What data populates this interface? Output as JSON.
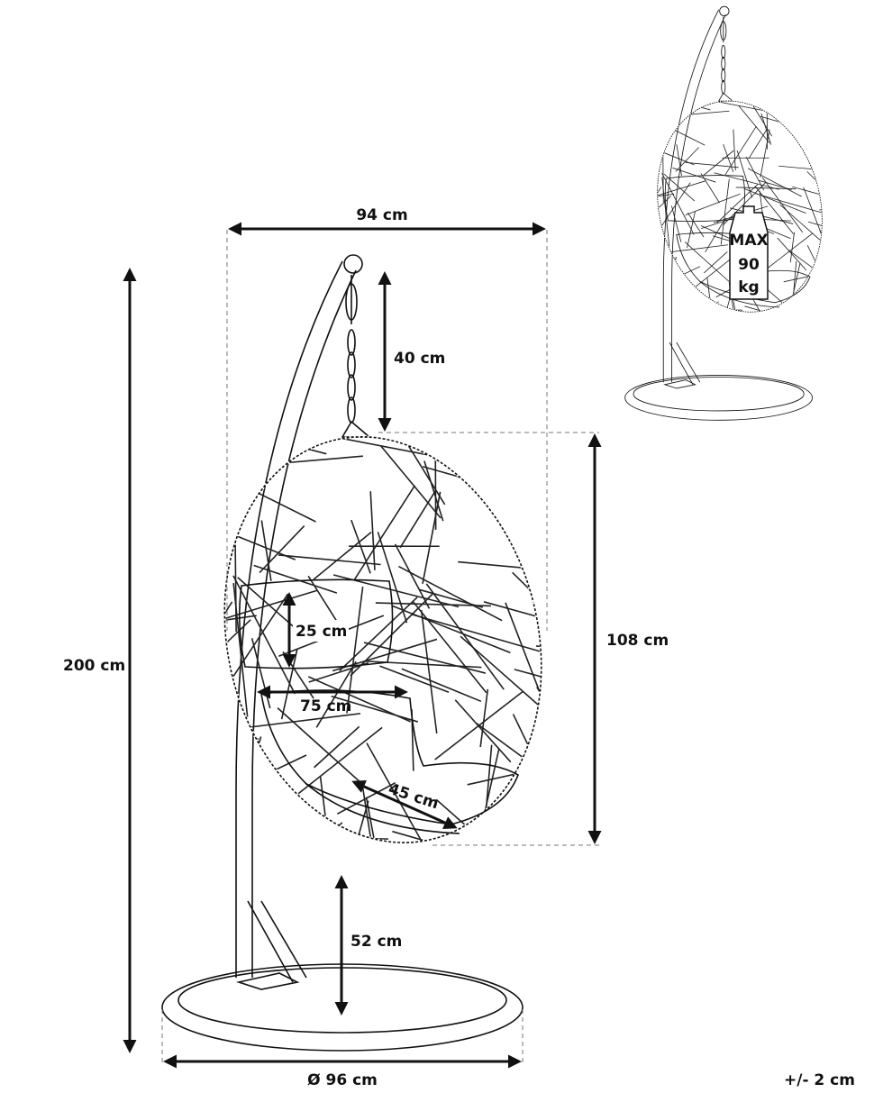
{
  "dimensions": {
    "width_total": "94 cm",
    "chain_length": "40 cm",
    "height_total": "200 cm",
    "seat_height": "108 cm",
    "cushion_height": "25 cm",
    "seat_width": "75 cm",
    "seat_depth": "45 cm",
    "ground_clearance": "52 cm",
    "base_diameter": "Ø 96 cm",
    "tolerance": "+/- 2 cm"
  },
  "max_load": {
    "line1": "MAX",
    "line2": "90",
    "line3": "kg"
  }
}
